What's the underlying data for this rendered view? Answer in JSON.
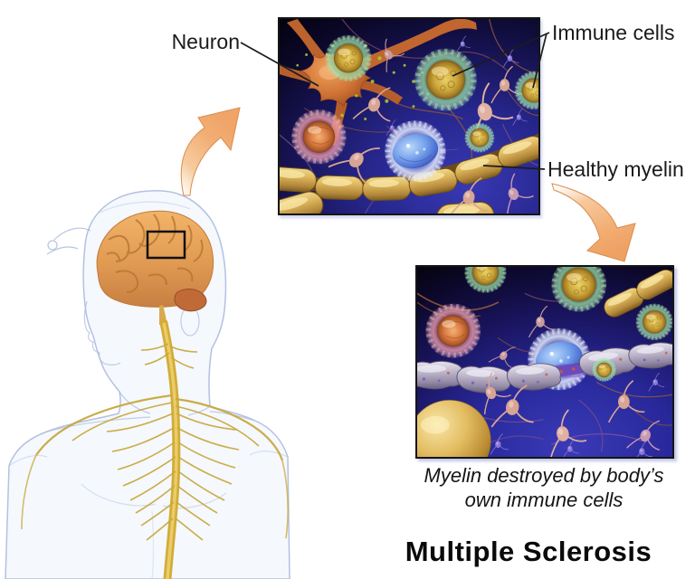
{
  "title": "Multiple Sclerosis",
  "labels": {
    "neuron": "Neuron",
    "immune_cells": "Immune cells",
    "healthy_myelin": "Healthy myelin"
  },
  "caption": {
    "line1": "Myelin destroyed by body’s",
    "line2": "own immune cells"
  },
  "figures": {
    "body": "translucent-human-body-with-brain-and-spinal-nerves",
    "inset_healthy": "neurons-with-healthy-myelin-and-immune-cells",
    "inset_ms": "myelin-destroyed-by-immune-cells"
  },
  "colors": {
    "background": "#ffffff",
    "arrow": "#F2AD72",
    "brain": "#E09A52",
    "spinal_cord": "#D3AC38",
    "healthy_myelin": "#DDB65C",
    "damaged_myelin": "#BDB5C9",
    "immune_cell": "#8CC79A",
    "immune_cell_nucleus": "#CFA93C",
    "label_text": "#1b1b1b"
  }
}
